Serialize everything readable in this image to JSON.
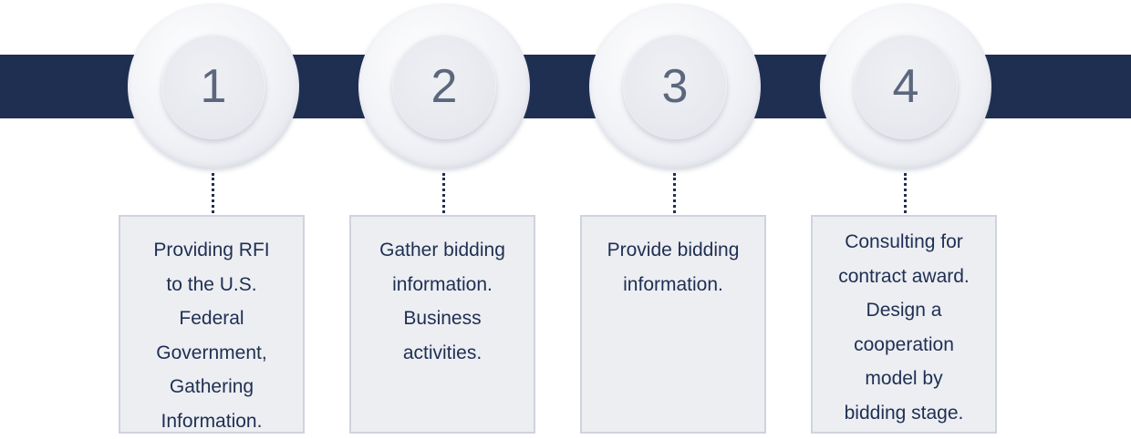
{
  "colors": {
    "band": "#1f2f52",
    "text": "#1f2f52",
    "number": "#5c677d",
    "card_background": "#eceef2",
    "card_border": "#cfd3de"
  },
  "steps": [
    {
      "number": "1",
      "text": "Providing RFI\nto the U.S.\nFederal\nGovernment,\nGathering\nInformation."
    },
    {
      "number": "2",
      "text": "Gather bidding\ninformation.\nBusiness\nactivities."
    },
    {
      "number": "3",
      "text": "Provide bidding\ninformation."
    },
    {
      "number": "4",
      "text": "Consulting for\ncontract award.\nDesign a\ncooperation\nmodel by\nbidding stage."
    }
  ]
}
